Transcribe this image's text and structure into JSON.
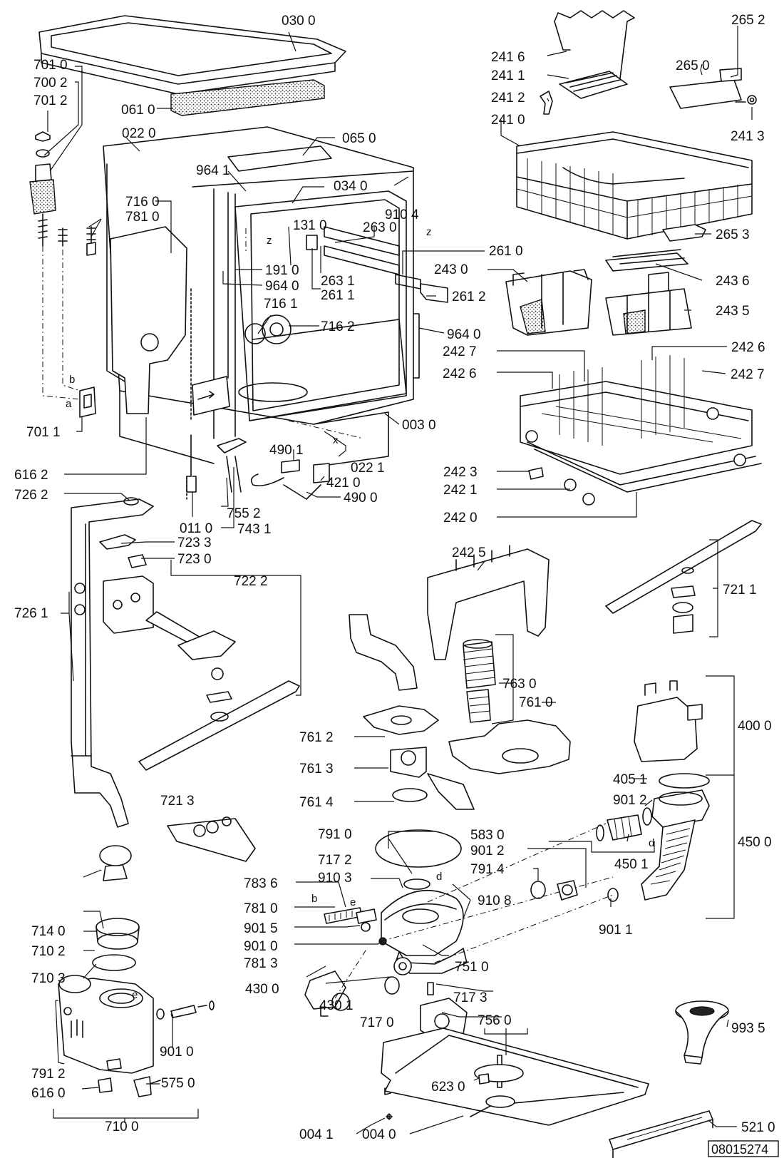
{
  "document_number": "08015274",
  "part_labels": {
    "p0300": "030 0",
    "p0610": "061 0",
    "p0220": "022 0",
    "p0650": "065 0",
    "p7010": "701 0",
    "p7002": "700 2",
    "p7012": "701 2",
    "p9641a": "964 1",
    "p0340": "034 0",
    "p9104": "910 4",
    "p1310": "131 0",
    "p2630": "263 0",
    "p7160": "716 0",
    "p7810a": "781 0",
    "p2610": "261 0",
    "p1910": "191 0",
    "p9640a": "964 0",
    "p2631": "263 1",
    "p2611": "261 1",
    "p2612": "261 2",
    "p7161": "716 1",
    "p7162": "716 2",
    "p9640b": "964 0",
    "p0030": "003 0",
    "p7011": "701 1",
    "p4901": "490 1",
    "p0221": "022 1",
    "p4210": "421 0",
    "p4900": "490 0",
    "p6162": "616 2",
    "p7262": "726 2",
    "p0110": "011 0",
    "p7552": "755 2",
    "p7431": "743 1",
    "p7233": "723 3",
    "p7230": "723 0",
    "p7222": "722 2",
    "p7261": "726 1",
    "p2416": "241 6",
    "p2411": "241 1",
    "p2412": "241 2",
    "p2410": "241 0",
    "p2652": "265 2",
    "p2650": "265 0",
    "p2413": "241 3",
    "p2653": "265 3",
    "p2430": "243 0",
    "p2436": "243 6",
    "p2435": "243 5",
    "p2427a": "242 7",
    "p2426a": "242 6",
    "p2426b": "242 6",
    "p2427b": "242 7",
    "p2423": "242 3",
    "p2421": "242 1",
    "p2420": "242 0",
    "p2425": "242 5",
    "p7211": "721 1",
    "p7630": "763 0",
    "p7610": "761 0",
    "p7612": "761 2",
    "p7613": "761 3",
    "p7614": "761 4",
    "p4000": "400 0",
    "p4051": "405 1",
    "p9012a": "901 2",
    "p4500": "450 0",
    "p7213": "721 3",
    "p7910": "791 0",
    "p5830": "583 0",
    "p9012b": "901 2",
    "p4501": "450 1",
    "p7914": "791 4",
    "p7172": "717 2",
    "p9103": "910 3",
    "p7836": "783 6",
    "p9108": "910 8",
    "p7810b": "781 0",
    "p9015": "901 5",
    "p9010a": "901 0",
    "p9011": "901 1",
    "p7813": "781 3",
    "p7510": "751 0",
    "p4300": "430 0",
    "p4301": "430 1",
    "p7173": "717 3",
    "p7170": "717 0",
    "p7560": "756 0",
    "p7140": "714 0",
    "p7102": "710 2",
    "p7103": "710 3",
    "p9010b": "901 0",
    "p7912": "791 2",
    "p5750": "575 0",
    "p6160": "616 0",
    "p7100": "710 0",
    "p9935": "993 5",
    "p6230": "623 0",
    "p5210": "521 0",
    "p0041": "004 1",
    "p0040": "004 0"
  },
  "letters": {
    "z1": "z",
    "z2": "z",
    "x": "x",
    "a": "a",
    "b1": "b",
    "b2": "b",
    "d1": "d",
    "d2": "d",
    "e1": "e",
    "e2": "e"
  }
}
